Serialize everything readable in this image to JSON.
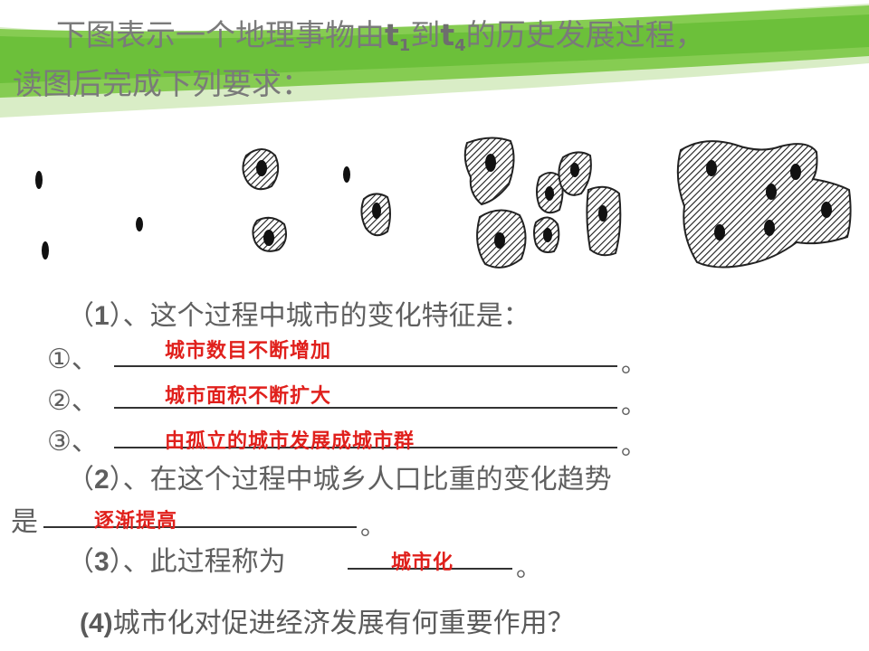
{
  "title": {
    "line1_a": "下图表示一个地理事物由",
    "t_letter": "t",
    "sub_start": "1",
    "mid": "到",
    "sub_end": "4",
    "line1_b": "的历史发展过程，",
    "line2": "读图后完成下列要求："
  },
  "q1": {
    "prompt_num": "1",
    "prompt_open": "（",
    "prompt_rest": "）、这个过程中城市的变化特征是：",
    "items": [
      {
        "marker": "①、",
        "answer": "城市数目不断增加",
        "end": "。"
      },
      {
        "marker": "②、",
        "answer": "城市面积不断扩大",
        "end": "。"
      },
      {
        "marker": "③、",
        "answer": "由孤立的城市发展成城市群",
        "end": "。"
      }
    ]
  },
  "q2": {
    "open": "（",
    "num": "2",
    "line1": "）、在这个过程中城乡人口比重的变化趋势",
    "line2": "是",
    "answer": "逐渐提高",
    "end": "。"
  },
  "q3": {
    "open": "（",
    "num": "3",
    "text": "）、此过程称为",
    "answer": "城市化",
    "end": "。"
  },
  "q4": {
    "num": "(4)",
    "text": "城市化对促进经济发展有何重要作用？"
  },
  "colors": {
    "banner_green": "#6cc03a",
    "answer_red": "#e0201c",
    "text_gray": "#5f5f5f"
  }
}
